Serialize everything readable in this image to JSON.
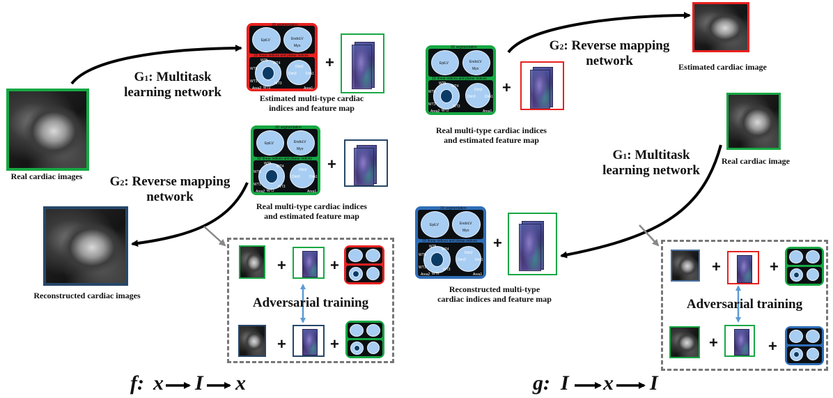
{
  "left": {
    "g1_prefix": "G",
    "g1_sub": "1",
    "g1_line1": ": Multitask",
    "g1_line2": "learning network",
    "g2_prefix": "G",
    "g2_sub": "2",
    "g2_line1": ": Reverse mapping",
    "g2_line2": "network",
    "real_images_label": "Real cardiac images",
    "reconstructed_label": "Reconstructed cardiac images",
    "estimated_caption_1": "Estimated multi-type cardiac",
    "estimated_caption_2": "indices and feature map",
    "real_indices_caption_1": "Real multi-type cardiac indices",
    "real_indices_caption_2": "and estimated feature map",
    "adversarial_label": "Adversarial training",
    "formula": {
      "f": "f:",
      "x1": "x",
      "I": "I",
      "x2": "x"
    }
  },
  "right": {
    "g2_prefix": "G",
    "g2_sub": "2",
    "g2_line1": ": Reverse mapping",
    "g2_line2": "network",
    "g1_prefix": "G",
    "g1_sub": "1",
    "g1_line1": ": Multitask",
    "g1_line2": "learning network",
    "estimated_image_label": "Estimated cardiac image",
    "real_image_label": "Real cardiac image",
    "real_indices_caption_1": "Real multi-type cardiac indices",
    "real_indices_caption_2": "and estimated feature map",
    "reconstructed_caption_1": "Reconstructed multi-type",
    "reconstructed_caption_2": "cardiac indices and feature map",
    "adversarial_label": "Adversarial training",
    "formula": {
      "g": "g:",
      "I1": "I",
      "x": "x",
      "I2": "I"
    }
  },
  "panel_text": {
    "seg": "2D segmentation",
    "epi": "EpiLV",
    "endo": "EndoLV",
    "myo": "Myo",
    "lin": "1D linear indices and planar indices",
    "wt1": "WT1",
    "wt2": "WT2",
    "wt3": "WT3",
    "wt4": "WT4",
    "wt5": "WT5",
    "wt6": "WT6",
    "dim1": "Dim1",
    "dim2": "Dim2",
    "dim3": "Dim3",
    "area1": "Area1",
    "area2": "Area2"
  },
  "plus_sign": "+",
  "colors": {
    "red": "#e8211f",
    "green": "#17a844",
    "navy": "#274768",
    "blue": "#2f6eb8",
    "arrow": "#000000",
    "dashed": "#777777",
    "double_arrow": "#5b9bd5"
  }
}
